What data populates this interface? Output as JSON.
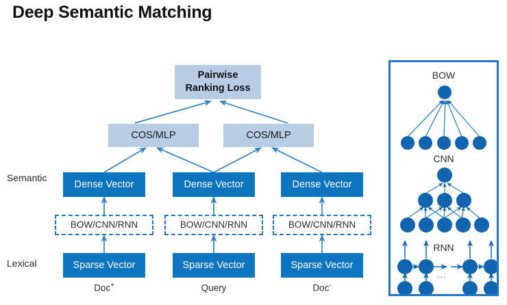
{
  "slide": {
    "title": "Deep Semantic Matching",
    "background_color": "#FFFFFF"
  },
  "colors": {
    "solid_blue": "#0E75C0",
    "light_blue": "#B8CCE4",
    "arrow_blue": "#2E82C7",
    "border_blue": "#1F76C4",
    "node_blue": "#1064B0",
    "text_dark": "#2B2B2B"
  },
  "axis_labels": {
    "semantic": "Semantic",
    "lexical": "Lexical"
  },
  "loss_box": {
    "line1": "Pairwise",
    "line2": "Ranking Loss"
  },
  "similarity_boxes": [
    {
      "label": "COS/MLP"
    },
    {
      "label": "COS/MLP"
    }
  ],
  "columns": [
    {
      "caption": "Doc",
      "caption_sup": "+",
      "dense": "Dense Vector",
      "encoder": "BOW/CNN/RNN",
      "sparse": "Sparse Vector"
    },
    {
      "caption": "Query",
      "caption_sup": "",
      "dense": "Dense Vector",
      "encoder": "BOW/CNN/RNN",
      "sparse": "Sparse Vector"
    },
    {
      "caption": "Doc",
      "caption_sup": "-",
      "dense": "Dense Vector",
      "encoder": "BOW/CNN/RNN",
      "sparse": "Sparse Vector"
    }
  ],
  "right_panel": {
    "networks": [
      {
        "name": "BOW",
        "layers": [
          5,
          1
        ],
        "note": "pooling of 5 word nodes into one vector"
      },
      {
        "name": "CNN",
        "layers": [
          5,
          3,
          1
        ],
        "note": "convolution then pooling"
      },
      {
        "name": "RNN",
        "layers": [
          4,
          4
        ],
        "note": "recurrent chain with ellipsis in the middle"
      }
    ],
    "ellipsis": "..."
  }
}
